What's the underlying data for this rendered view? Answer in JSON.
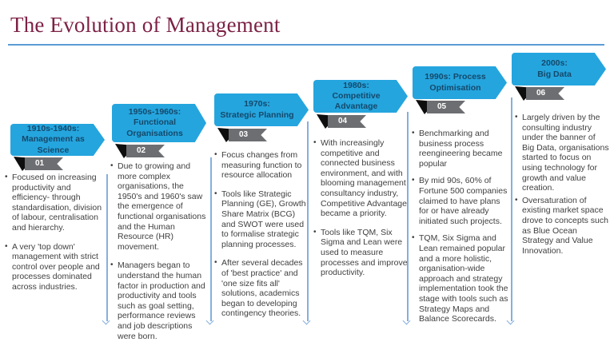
{
  "slide": {
    "title": "The Evolution of Management"
  },
  "colors": {
    "title_maroon": "#7c2145",
    "underline_blue": "#5b9bd5",
    "banner_blue": "#25a5de",
    "banner_text_navy": "#14496b",
    "badge_gray": "#6d6e71",
    "badge_fold_black": "#0e0e0e",
    "timeline_line_blue": "#86aede",
    "body_text": "#3f3f3f"
  },
  "stages": [
    {
      "number": "01",
      "title": "1910s-1940s:\nManagement as Science",
      "bullets": [
        "Focused on increasing productivity and efficiency- through standardisation, division of labour, centralisation and hierarchy.",
        "A very 'top down' management with strict control over people and processes dominated across industries."
      ]
    },
    {
      "number": "02",
      "title": "1950s-1960s:\nFunctional\nOrganisations",
      "bullets": [
        "Due to growing and more complex organisations, the 1950's and 1960's saw the emergence of functional organisations and the Human Resource (HR) movement.",
        "Managers began to understand the human factor in production and productivity and tools such as goal setting, performance reviews and job descriptions were born."
      ]
    },
    {
      "number": "03",
      "title": "1970s:\nStrategic Planning",
      "bullets": [
        "Focus changes from measuring function to resource allocation",
        "Tools like Strategic Planning (GE), Growth Share Matrix (BCG) and SWOT were used to formalise strategic planning processes.",
        "After several decades of 'best practice' and 'one size fits all' solutions, academics began to developing contingency theories."
      ]
    },
    {
      "number": "04",
      "title": "1980s:\nCompetitive Advantage",
      "bullets": [
        "With increasingly competitive and connected business environment, and with blooming management consultancy industry, Competitive Advantage became a priority.",
        "Tools like TQM, Six Sigma and Lean were used to measure processes and improve productivity."
      ]
    },
    {
      "number": "05",
      "title": "1990s: Process\nOptimisation",
      "bullets": [
        "Benchmarking and business process reengineering became popular",
        "By mid 90s, 60% of Fortune 500 companies claimed to have plans for or have already initiated such projects.",
        "TQM, Six Sigma and Lean remained popular and a more holistic, organisation-wide approach and strategy implementation took the stage with tools such as Strategy Maps and Balance Scorecards."
      ]
    },
    {
      "number": "06",
      "title": "2000s:\nBig Data",
      "bullets": [
        "Largely driven by the consulting industry under the banner of Big Data, organisations started to focus on using technology for growth and value creation.",
        "Oversaturation of existing market space drove to concepts such as Blue Ocean Strategy and Value Innovation."
      ]
    }
  ]
}
